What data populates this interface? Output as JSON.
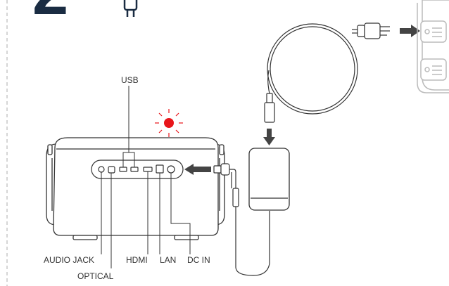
{
  "step": {
    "number": "2"
  },
  "icons": {
    "step_icon": "plug-icon",
    "led": "led-red-icon",
    "outlet": "wall-outlet-icon",
    "adapter": "power-adapter-icon",
    "device": "projector-device-icon"
  },
  "ports": {
    "usb": "USB",
    "audio_jack": "AUDIO JACK",
    "optical": "OPTICAL",
    "hdmi": "HDMI",
    "lan": "LAN",
    "dc_in": "DC IN"
  },
  "colors": {
    "step_number": "#1a2c42",
    "line": "#333333",
    "arrow": "#444444",
    "led": "#e8161b",
    "outlet_stroke": "#bbbbbb",
    "dashed_border": "#c8c8c8"
  }
}
